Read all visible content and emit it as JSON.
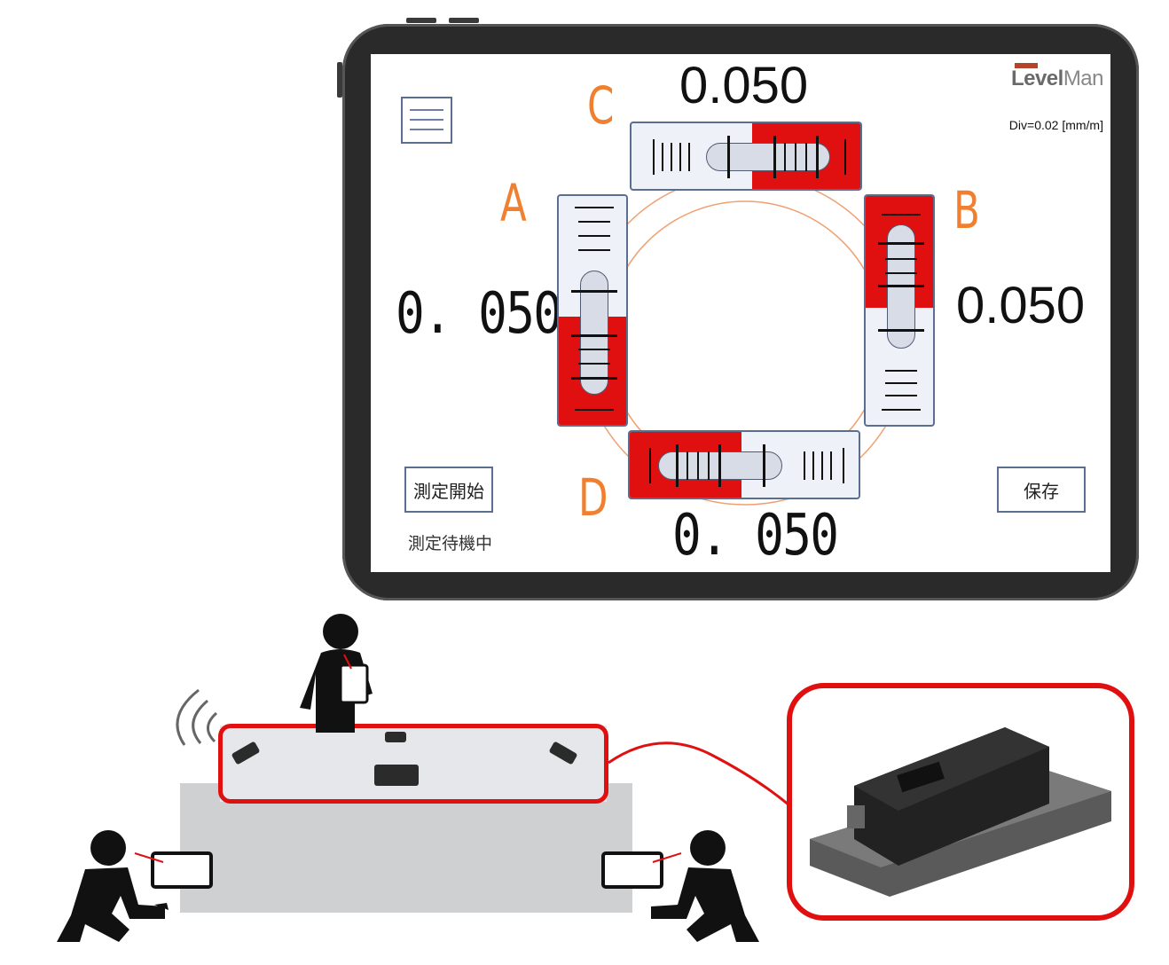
{
  "app": {
    "logo_prefix": "Level",
    "logo_suffix": "Man",
    "division": "Div=0.02 [mm/m]",
    "menu_icon": "hamburger-menu-icon"
  },
  "vials": {
    "a": {
      "letter": "A",
      "reading": "0. 050"
    },
    "b": {
      "letter": "B",
      "reading": "0.050"
    },
    "c": {
      "letter": "C",
      "reading": "0.050"
    },
    "d": {
      "letter": "D",
      "reading": "0. 050"
    }
  },
  "controls": {
    "start_label": "測定開始",
    "save_label": "保存",
    "status_text": "測定待機中"
  },
  "colors": {
    "accent_orange": "#f08030",
    "indicator_red": "#e01010",
    "frame_blue": "#5a6f8f"
  },
  "scene": {
    "wireless_icon": "wireless-signal-icon",
    "product_photo": "wireless-digital-level-photo"
  }
}
